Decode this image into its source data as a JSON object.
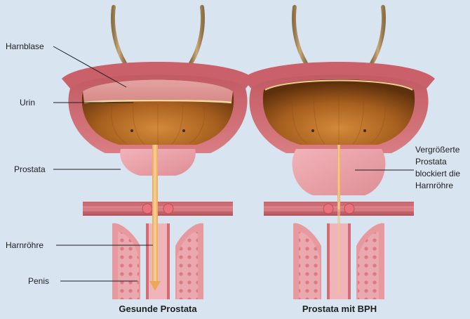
{
  "labels": {
    "bladder": "Harnblase",
    "urine": "Urin",
    "prostate": "Prostata",
    "urethra": "Harnröhre",
    "penis": "Penis",
    "bph_line1": "Vergrößerte",
    "bph_line2": "Prostata",
    "bph_line3": "blockiert die",
    "bph_line4": "Harnröhre"
  },
  "captions": {
    "healthy": "Gesunde Prostata",
    "bph": "Prostata mit BPH"
  },
  "colors": {
    "background": "#d8e5f1",
    "tissue": "#d9737a",
    "tissue_dark": "#b8505a",
    "tissue_light": "#ecaab0",
    "urine": "#a85f1e",
    "urine_light": "#e0b070",
    "ureter": "#b09366",
    "urethra_flow": "#f0c07a"
  }
}
